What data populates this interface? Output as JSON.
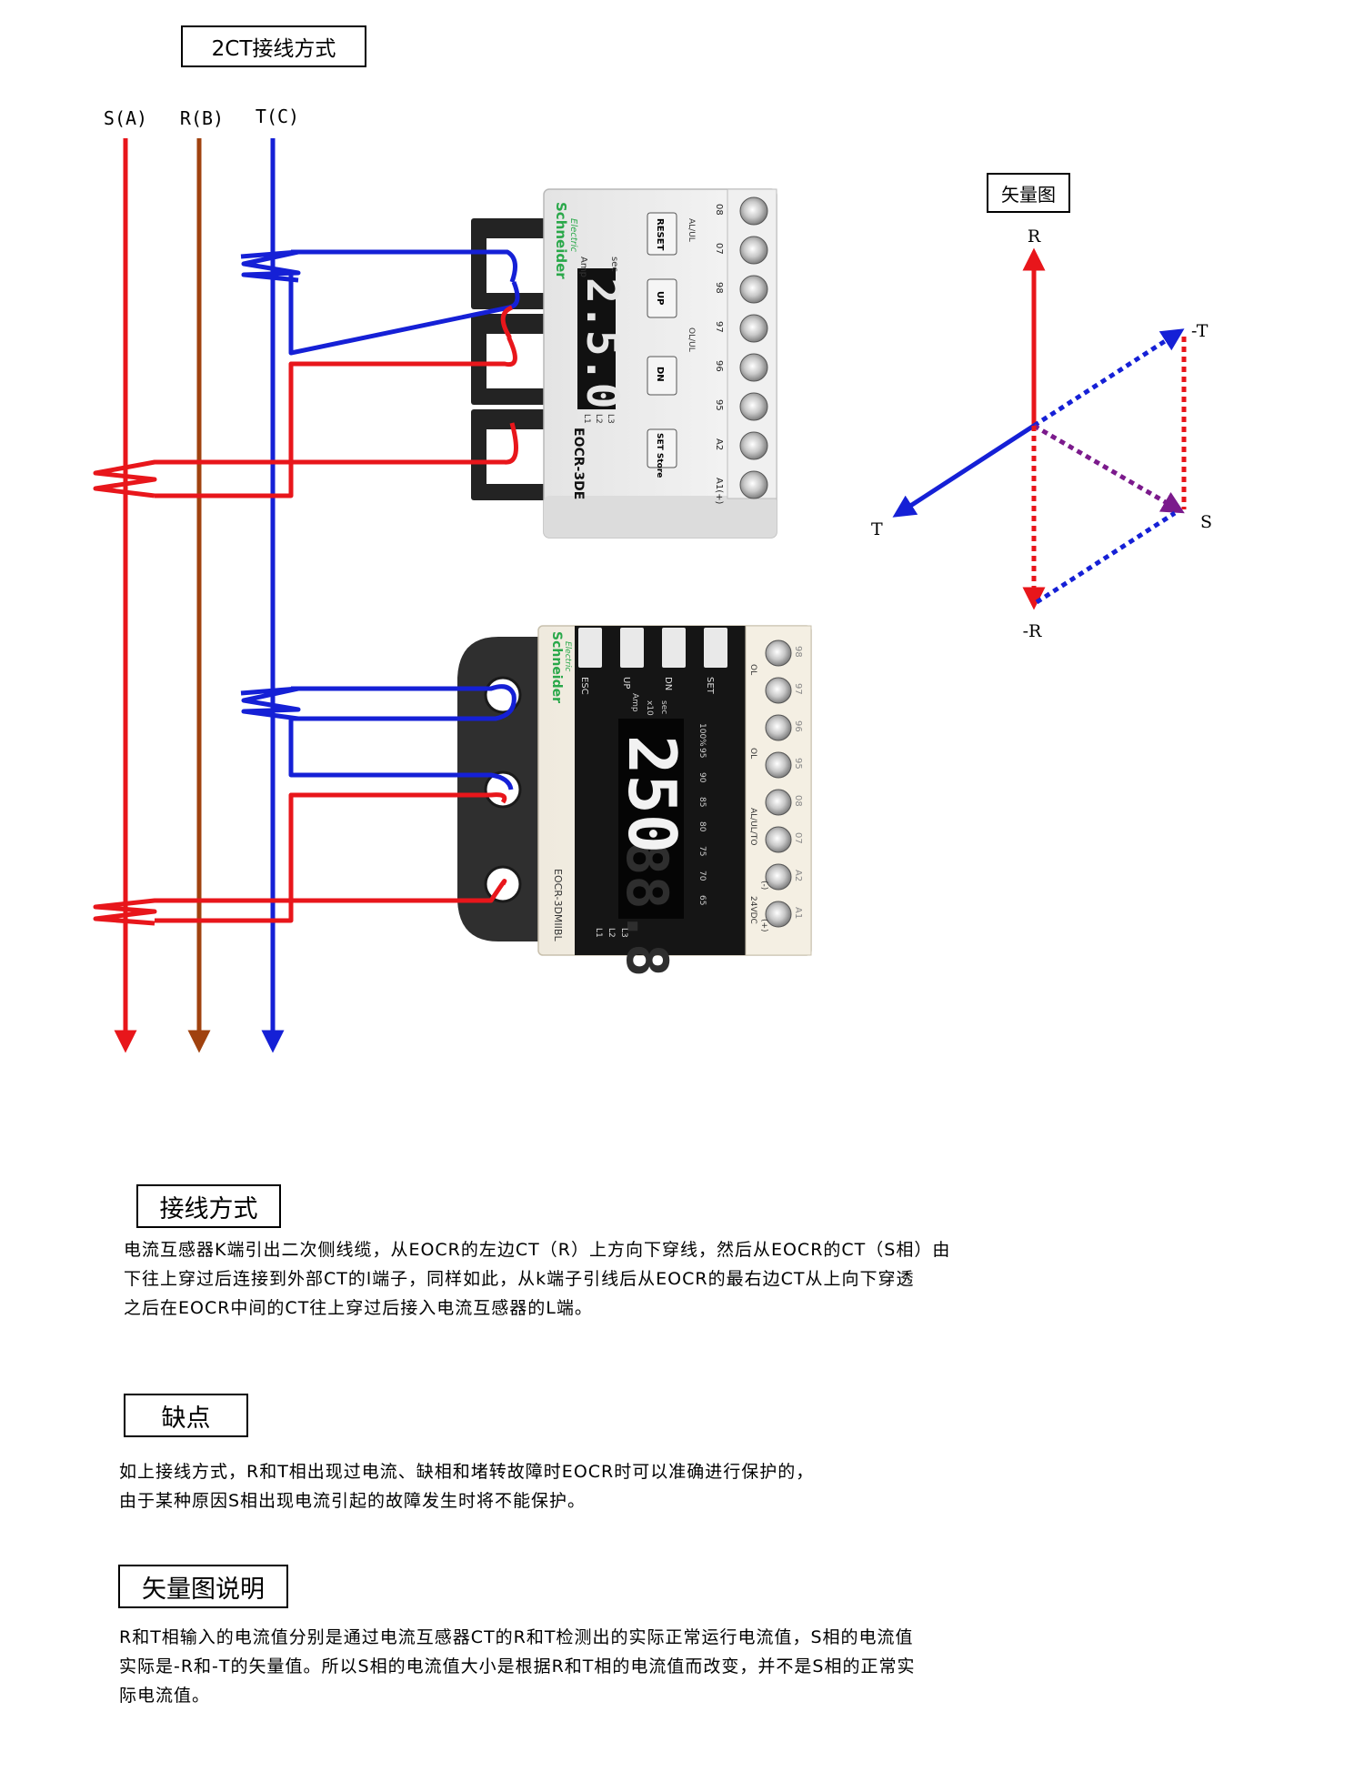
{
  "header": {
    "title": "2CT接线方式"
  },
  "phases": [
    {
      "label": "S(A)",
      "color": "#e8161b"
    },
    {
      "label": "R(B)",
      "color": "#a0420f"
    },
    {
      "label": "T(C)",
      "color": "#1520d6"
    }
  ],
  "relay_top": {
    "brand": "Schneider",
    "brand_sub": "Electric",
    "model": "EOCR-3DE",
    "display": "2.5.0",
    "unit_amp": "Amp",
    "unit_sec": "sec",
    "phase_labels": [
      "L1",
      "L2",
      "L3"
    ],
    "buttons": [
      "RESET",
      "UP",
      "DN",
      "SET Store"
    ],
    "terminals": [
      "08",
      "07",
      "98",
      "97",
      "96",
      "95",
      "A2",
      "A1(+)"
    ],
    "terminal_group_labels": [
      "AL/UL",
      "OL/UL"
    ]
  },
  "relay_bottom": {
    "brand": "Schneider",
    "brand_sub": "Electric",
    "model": "EOCR-3DMIIBL",
    "display": "250",
    "display_dim": "88.8",
    "buttons": [
      "ESC",
      "UP",
      "DN",
      "SET"
    ],
    "unit_labels": [
      "Amp",
      "x10",
      "sec"
    ],
    "scale": [
      "100%",
      "95",
      "90",
      "85",
      "80",
      "75",
      "70",
      "65"
    ],
    "phase_labels": [
      "L1",
      "L2",
      "L3"
    ],
    "terminals": [
      "98",
      "97",
      "96",
      "95",
      "08",
      "07",
      "A2",
      "A1"
    ],
    "terminal_group_labels": [
      "OL",
      "OL",
      "AL/UL/TO",
      "24VDC",
      "(+)",
      "(-)"
    ]
  },
  "vector_diagram": {
    "title": "矢量图",
    "labels": {
      "R": "R",
      "neg_T": "-T",
      "S": "S",
      "T": "T",
      "neg_R": "-R"
    },
    "colors": {
      "R": "#e8161b",
      "T": "#1520d6",
      "S": "#7b1a8c"
    }
  },
  "sections": [
    {
      "heading": "接线方式",
      "lines": [
        "电流互感器K端引出二次侧线缆，从EOCR的左边CT（R）上方向下穿线，然后从EOCR的CT（S相）由",
        "下往上穿过后连接到外部CT的l端子，同样如此，从k端子引线后从EOCR的最右边CT从上向下穿透",
        "之后在EOCR中间的CT往上穿过后接入电流互感器的L端。"
      ]
    },
    {
      "heading": "缺点",
      "lines": [
        "如上接线方式，R和T相出现过电流、缺相和堵转故障时EOCR时可以准确进行保护的，",
        "由于某种原因S相出现电流引起的故障发生时将不能保护。"
      ]
    },
    {
      "heading": "矢量图说明",
      "lines": [
        "R和T相输入的电流值分别是通过电流互感器CT的R和T检测出的实际正常运行电流值，S相的电流值",
        "实际是-R和-T的矢量值。所以S相的电流值大小是根据R和T相的电流值而改变，并不是S相的正常实",
        "际电流值。"
      ]
    }
  ]
}
